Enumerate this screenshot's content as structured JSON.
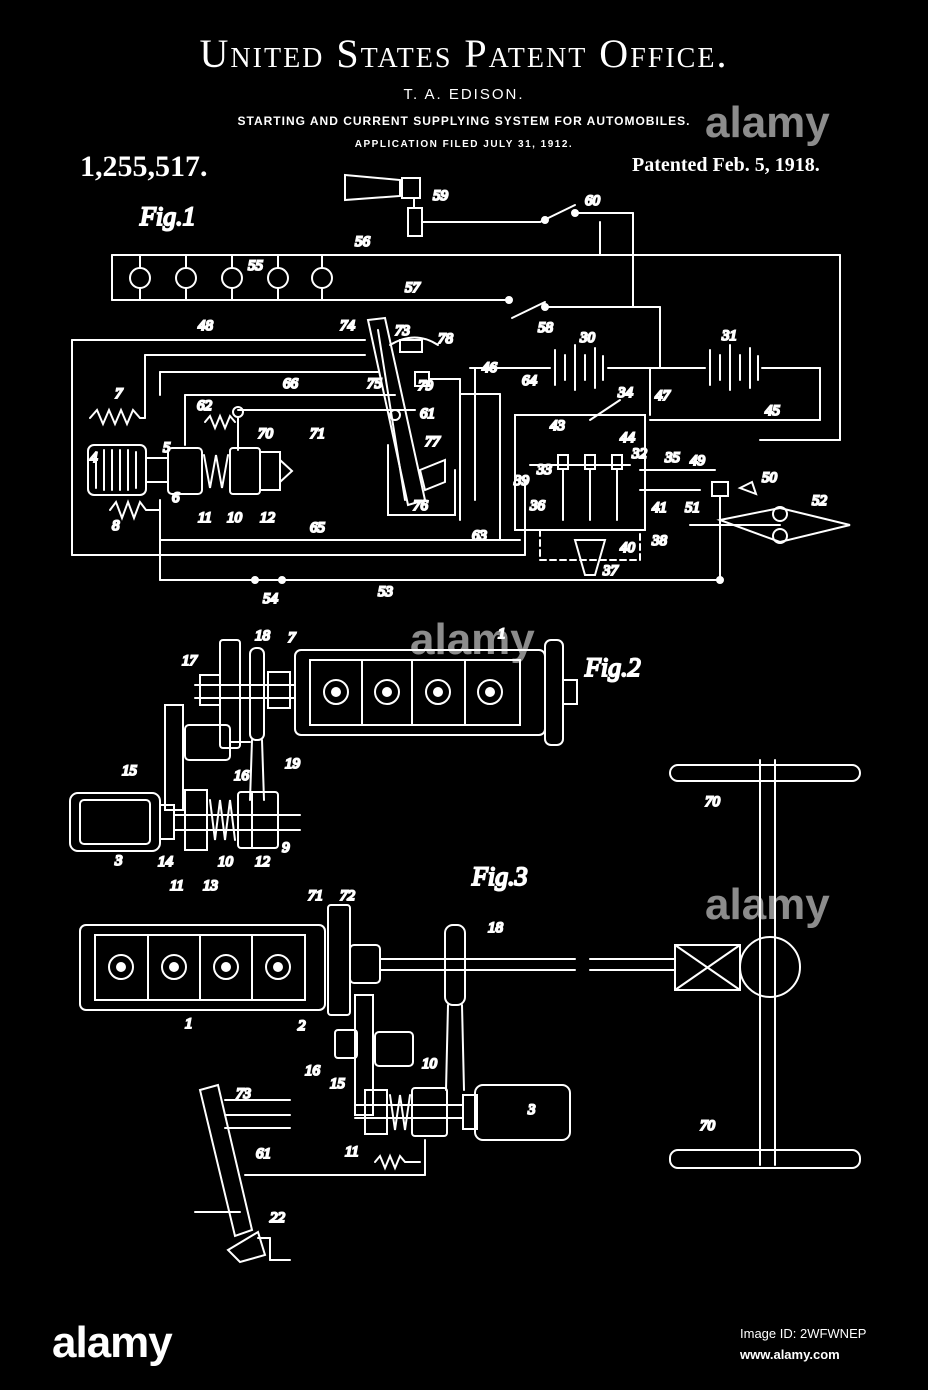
{
  "header": {
    "office": "United States Patent Office.",
    "inventor": "T. A. EDISON.",
    "subject": "STARTING AND CURRENT SUPPLYING SYSTEM FOR AUTOMOBILES.",
    "filed": "APPLICATION FILED JULY 31, 1912.",
    "patent_number": "1,255,517.",
    "patented": "Patented Feb. 5, 1918."
  },
  "figures": {
    "fig1": "Fig.1",
    "fig2": "Fig.2",
    "fig3": "Fig.3"
  },
  "refs_fig1": [
    "59",
    "60",
    "56",
    "55",
    "57",
    "58",
    "48",
    "74",
    "73",
    "78",
    "30",
    "31",
    "7",
    "66",
    "75",
    "79",
    "46",
    "64",
    "34",
    "47",
    "62",
    "70",
    "71",
    "61",
    "77",
    "45",
    "4",
    "43",
    "44",
    "32",
    "35",
    "49",
    "50",
    "51",
    "52",
    "6",
    "5",
    "33",
    "39",
    "36",
    "41",
    "8",
    "11",
    "10",
    "12",
    "76",
    "65",
    "63",
    "40",
    "38",
    "37",
    "54",
    "53"
  ],
  "refs_fig2": [
    "17",
    "18",
    "7",
    "1",
    "15",
    "16",
    "19",
    "3",
    "14",
    "10",
    "12",
    "9",
    "11",
    "13"
  ],
  "refs_fig3": [
    "71",
    "72",
    "18",
    "1",
    "2",
    "16",
    "15",
    "10",
    "3",
    "11",
    "73",
    "61",
    "22",
    "70",
    "70"
  ],
  "watermark": "alamy",
  "footer": {
    "brand": "alamy",
    "image_id": "Image ID: 2WFWNEP",
    "site": "www.alamy.com"
  }
}
